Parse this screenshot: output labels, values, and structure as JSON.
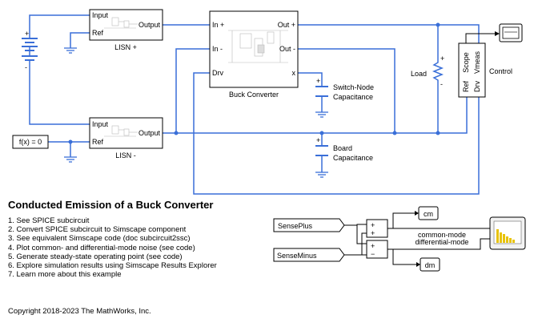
{
  "model": {
    "blocks": {
      "lisn_plus": {
        "name": "LISN +",
        "port_input": "Input",
        "port_output": "Output",
        "port_ref": "Ref"
      },
      "lisn_minus": {
        "name": "LISN -",
        "port_input": "Input",
        "port_output": "Output",
        "port_ref": "Ref"
      },
      "buck": {
        "name": "Buck Converter",
        "port_in_plus": "In +",
        "port_in_minus": "In -",
        "port_drv": "Drv",
        "port_out_plus": "Out +",
        "port_out_minus": "Out -",
        "port_x": "x"
      },
      "control": {
        "name": "Control",
        "port_scope": "Scope",
        "port_vmeas": "Vmeas",
        "port_ref": "Ref",
        "port_drv": "Drv"
      },
      "fx": {
        "expr": "f(x) = 0"
      },
      "load": {
        "name": "Load"
      },
      "switch_cap": {
        "line1": "Switch-Node",
        "line2": "Capacitance"
      },
      "board_cap": {
        "line1": "Board",
        "line2": "Capacitance"
      },
      "sense_plus": {
        "name": "SensePlus"
      },
      "sense_minus": {
        "name": "SenseMinus"
      },
      "cm": {
        "name": "cm"
      },
      "dm": {
        "name": "dm"
      },
      "sum_top": {
        "signs": [
          "+",
          "+"
        ]
      },
      "sum_bot": {
        "signs": [
          "+",
          "−"
        ]
      },
      "signal_cm": "common-mode",
      "signal_dm": "differential-mode"
    }
  },
  "description": {
    "title": "Conducted Emission of a Buck Converter",
    "steps": [
      "1. See SPICE subcircuit",
      "2. Convert SPICE subcircuit to Simscape component",
      "3. See equivalent Simscape code (doc subcircuit2ssc)",
      "4. Plot common- and differential-mode noise (see code)",
      "5. Generate steady-state operating point (see code)",
      "6. Explore simulation results using Simscape Results Explorer",
      "7. Learn more about this example"
    ]
  },
  "footer": {
    "copyright": "Copyright 2018-2023 The MathWorks, Inc."
  },
  "colors": {
    "wire": "#3a6fd8",
    "signal": "#000000",
    "block_border": "#000000"
  }
}
